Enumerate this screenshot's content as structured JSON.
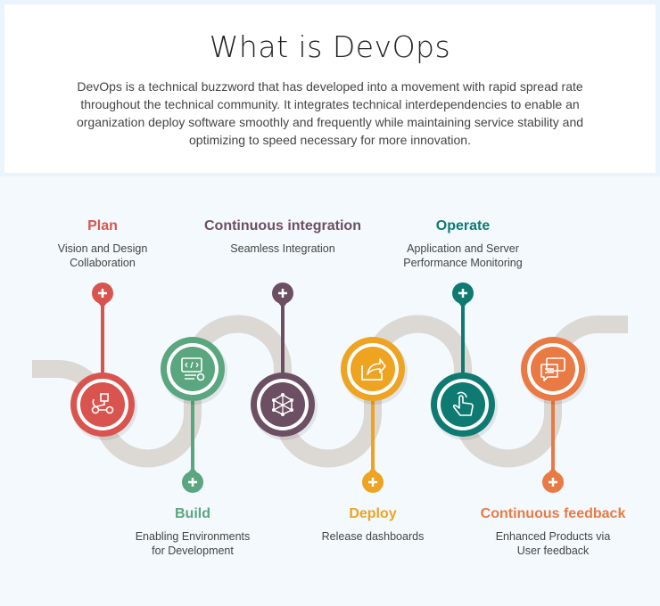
{
  "header": {
    "title": "What is DevOps",
    "intro": "DevOps is a technical buzzword that has developed into a movement with rapid spread rate throughout the technical community. It integrates technical interdependencies to enable an organization deploy software smoothly and frequently while maintaining service stability and optimizing to speed necessary for more innovation."
  },
  "stages": [
    {
      "title": "Plan",
      "desc1": "Vision and Design",
      "desc2": "Collaboration",
      "color": "#d9544f",
      "icon": "workflow-icon"
    },
    {
      "title": "Build",
      "desc1": "Enabling Environments",
      "desc2": "for Development",
      "color": "#5aa67f",
      "icon": "code-monitor-icon"
    },
    {
      "title": "Continuous integration",
      "desc1": "Seamless Integration",
      "desc2": "",
      "color": "#6c4f63",
      "icon": "network-icon"
    },
    {
      "title": "Deploy",
      "desc1": "Release dashboards",
      "desc2": "",
      "color": "#eea321",
      "icon": "share-arrow-icon"
    },
    {
      "title": "Operate",
      "desc1": "Application and Server",
      "desc2": "Performance Monitoring",
      "color": "#0e7a72",
      "icon": "touch-hand-icon"
    },
    {
      "title": "Continuous feedback",
      "desc1": "Enhanced Products via",
      "desc2": "User feedback",
      "color": "#e97a44",
      "icon": "chat-icon"
    }
  ]
}
